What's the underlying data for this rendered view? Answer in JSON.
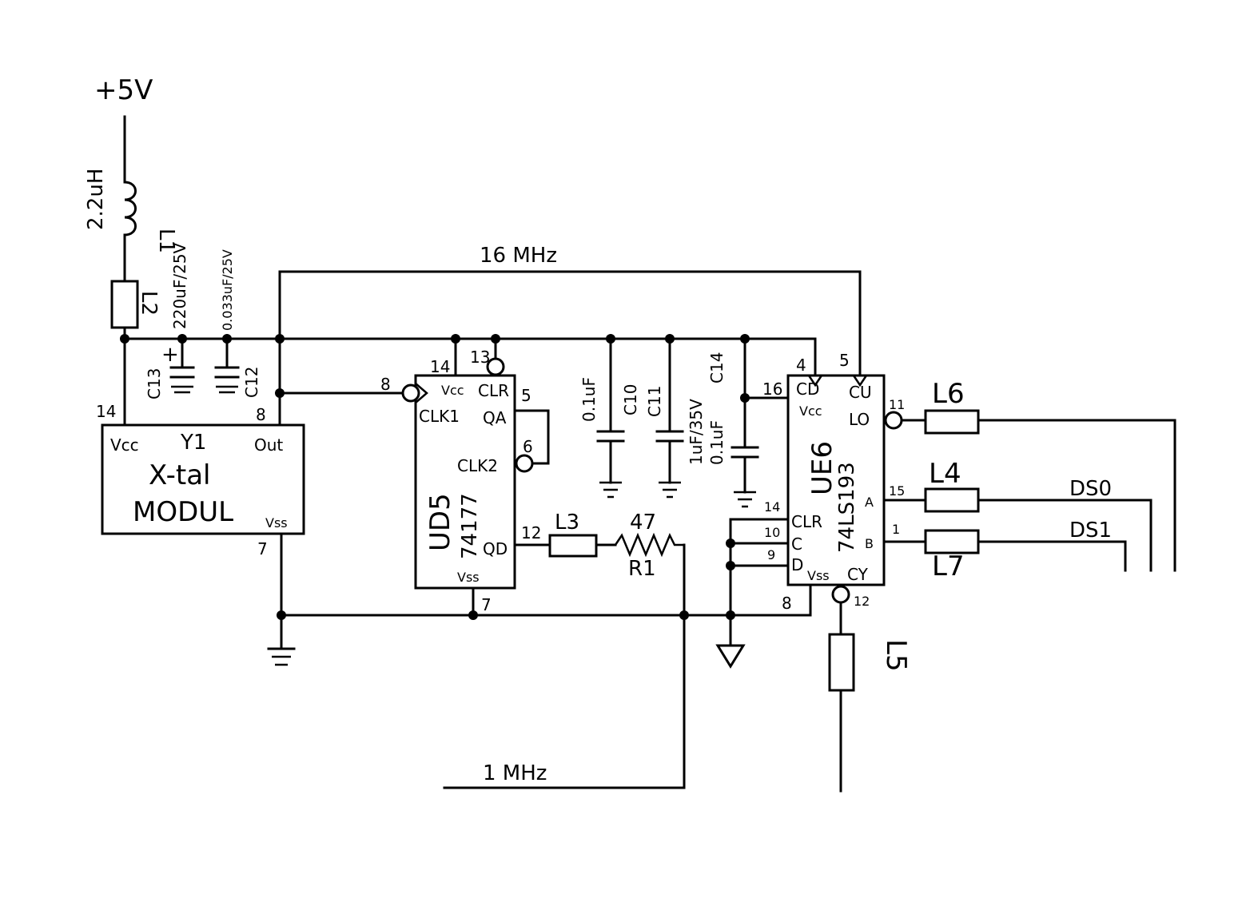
{
  "supply": {
    "voltage": "+5V"
  },
  "nets": {
    "clock16": "16 MHz",
    "clock1": "1 MHz",
    "out_ds0": "DS0",
    "out_ds1": "DS1"
  },
  "inductor_l1": {
    "value": "2.2uH",
    "ref": "L1"
  },
  "ferrite_l2": {
    "ref": "L2"
  },
  "capacitors": {
    "c13": {
      "ref": "C13",
      "value": "220uF/25V"
    },
    "c12": {
      "ref": "C12",
      "value": "0.033uF/25V"
    },
    "c10": {
      "ref": "C10",
      "value": "0.1uF"
    },
    "c11": {
      "ref": "C11",
      "value": "1uF/35V"
    },
    "c14": {
      "ref": "C14",
      "value": "0.1uF"
    }
  },
  "y1": {
    "ref": "Y1",
    "name_line1": "X-tal",
    "name_line2": "MODUL",
    "pin_vcc": "Vcc",
    "pin_out": "Out",
    "pin_vss": "Vss",
    "pin_num_vcc": "14",
    "pin_num_out": "8",
    "pin_num_vss": "7"
  },
  "ud5": {
    "ref": "UD5",
    "part": "74177",
    "pins": {
      "vcc": "Vcc",
      "clr": "CLR",
      "clk1": "CLK1",
      "qa": "QA",
      "clk2": "CLK2",
      "qd": "QD",
      "vss": "Vss"
    },
    "pin_nums": {
      "clk1": "8",
      "vcc": "14",
      "clr": "13",
      "qa": "5",
      "clk2": "6",
      "qd": "12",
      "vss": "7"
    }
  },
  "ue6": {
    "ref": "UE6",
    "part": "74LS193",
    "pins": {
      "cd": "CD",
      "cu": "CU",
      "vcc": "Vcc",
      "lo": "LO",
      "a": "A",
      "b": "B",
      "clr": "CLR",
      "c": "C",
      "d": "D",
      "vss": "Vss",
      "cy": "CY"
    },
    "pin_nums": {
      "cd": "4",
      "cu": "5",
      "vcc": "16",
      "lo": "11",
      "a": "15",
      "b": "1",
      "clr": "14",
      "c": "10",
      "d": "9",
      "vss": "8",
      "cy": "12"
    }
  },
  "resistors": {
    "l3": {
      "ref": "L3"
    },
    "l4": {
      "ref": "L4"
    },
    "l5": {
      "ref": "L5"
    },
    "l6": {
      "ref": "L6"
    },
    "l7": {
      "ref": "L7"
    },
    "r1": {
      "ref": "R1",
      "value": "47"
    }
  }
}
